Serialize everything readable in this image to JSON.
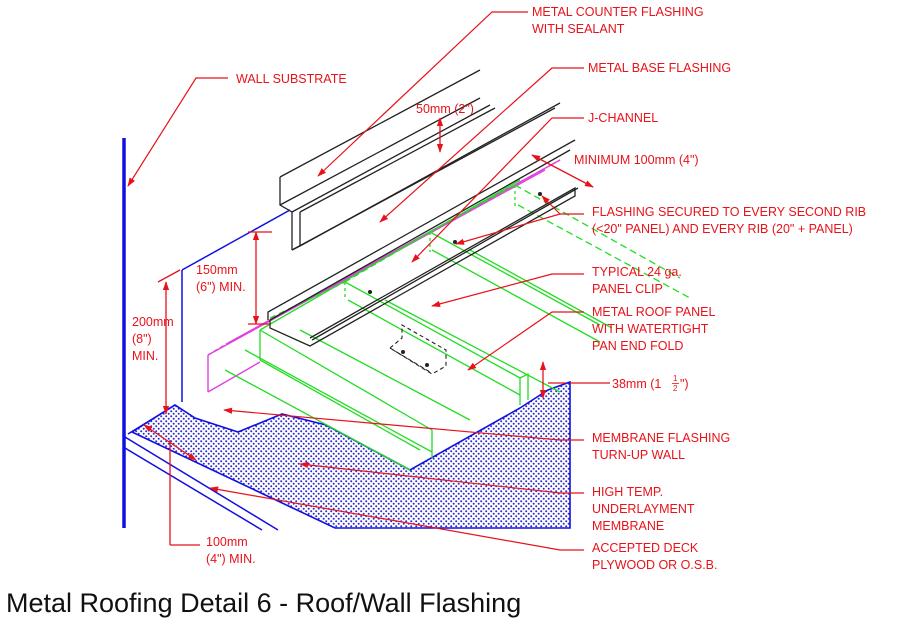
{
  "caption": "Metal Roofing Detail 6 - Roof/Wall Flashing",
  "labels": {
    "metal_counter_flashing": [
      "METAL COUNTER FLASHING",
      "WITH SEALANT"
    ],
    "metal_base_flashing": [
      "METAL BASE FLASHING"
    ],
    "j_channel": [
      "J-CHANNEL"
    ],
    "wall_substrate": [
      "WALL SUBSTRATE"
    ],
    "minimum_100mm": [
      "MINIMUM 100mm (4\")"
    ],
    "flashing_secured": [
      "FLASHING SECURED TO EVERY SECOND RIB",
      "(<20\" PANEL) AND EVERY RIB (20\" + PANEL)"
    ],
    "panel_clip": [
      "TYPICAL 24 ga.",
      "PANEL CLIP"
    ],
    "metal_roof_panel": [
      "METAL ROOF PANEL",
      "WITH WATERTIGHT",
      "PAN END FOLD"
    ],
    "membrane_flashing": [
      "MEMBRANE FLASHING",
      "TURN-UP WALL"
    ],
    "high_temp_membrane": [
      "HIGH TEMP.",
      "UNDERLAYMENT",
      "MEMBRANE"
    ],
    "accepted_deck": [
      "ACCEPTED DECK",
      "PLYWOOD OR O.S.B."
    ]
  },
  "dimensions": {
    "d50": [
      "50mm (2\")"
    ],
    "d150": [
      "150mm",
      "(6\") MIN."
    ],
    "d200": [
      "200mm",
      "(8\")",
      "MIN."
    ],
    "d100": [
      "100mm",
      "(4\") MIN."
    ],
    "d38": "38mm (1",
    "d38_frac_num": "1",
    "d38_frac_den": "2",
    "d38_close": "\")"
  },
  "colors": {
    "annotation": "#e8121a",
    "wall": "#1010e0",
    "panel": "#22dd22",
    "membrane": "#e040e0",
    "flashing": "#222222",
    "deck_fill": "#2a2ad0"
  }
}
